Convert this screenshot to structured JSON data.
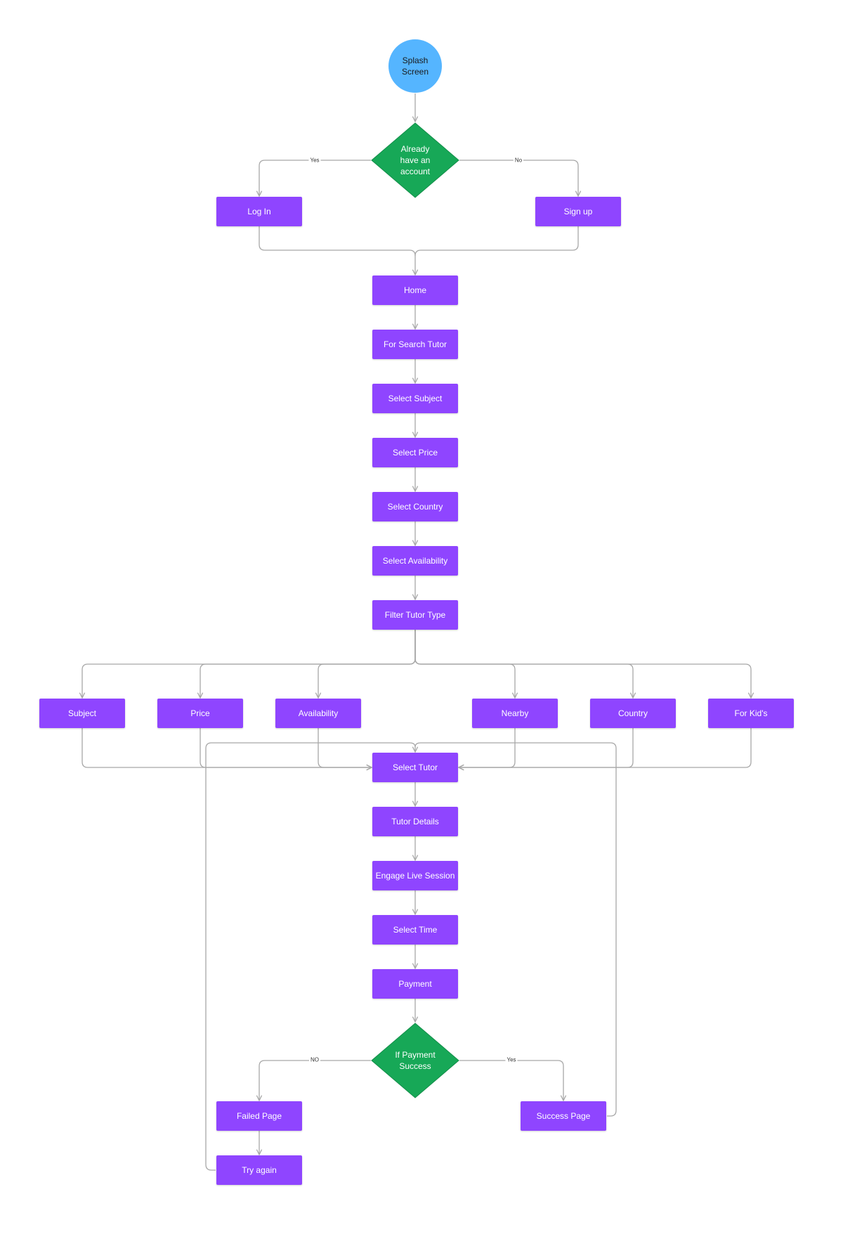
{
  "colors": {
    "process": "#8F45FF",
    "decision": "#17A857",
    "start": "#55B5FF",
    "connector": "#A8A8A8",
    "text_light": "#FFFFFF",
    "text_dark": "#1A1A1A"
  },
  "nodes": {
    "splash": {
      "line1": "Splash",
      "line2": "Screen"
    },
    "account_decision": {
      "line1": "Already",
      "line2": "have an",
      "line3": "account"
    },
    "login": "Log In",
    "signup": "Sign up",
    "home": "Home",
    "search_tutor": "For Search Tutor",
    "select_subject": "Select Subject",
    "select_price": "Select Price",
    "select_country": "Select Country",
    "select_availability": "Select Availability",
    "filter_tutor_type": "Filter Tutor Type",
    "filters": [
      "Subject",
      "Price",
      "Availability",
      "Nearby",
      "Country",
      "For Kid's"
    ],
    "select_tutor": "Select Tutor",
    "tutor_details": "Tutor Details",
    "engage_live_session": "Engage Live Session",
    "select_time": "Select Time",
    "payment": "Payment",
    "payment_decision": {
      "line1": "If Payment",
      "line2": "Success"
    },
    "failed_page": "Failed Page",
    "success_page": "Success Page",
    "try_again": "Try again"
  },
  "edge_labels": {
    "account_yes": "Yes",
    "account_no": "No",
    "payment_no": "NO",
    "payment_yes": "Yes"
  }
}
